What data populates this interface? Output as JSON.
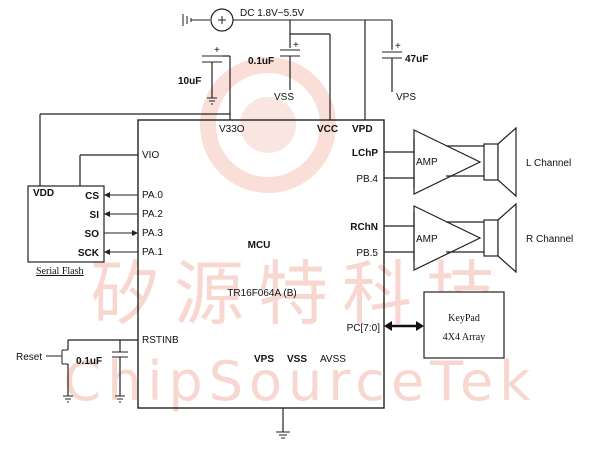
{
  "watermark": {
    "cn": "矽源特科技",
    "en": "ChipSourceTek",
    "color": "#f2b8a8"
  },
  "supply": {
    "dc_label": "DC 1.8V~5.5V",
    "cap_vcc": "0.1uF",
    "cap_vcc_net": "VSS",
    "cap_vpd": "47uF",
    "cap_vpd_net": "VPS",
    "cap_v33": "10uF"
  },
  "mcu": {
    "title": "MCU",
    "part": "TR16F064A (B)",
    "pins_top": [
      "V33O",
      "VCC",
      "VPD"
    ],
    "pins_left": [
      "VIO",
      "PA.0",
      "PA.2",
      "PA.3",
      "PA.1",
      "RSTINB"
    ],
    "pins_right": [
      "LChP",
      "PB.4",
      "RChN",
      "PB.5",
      "PC[7:0]"
    ],
    "pins_bottom": [
      "VPS",
      "VSS",
      "AVSS"
    ]
  },
  "flash": {
    "vdd": "VDD",
    "pins": [
      "CS",
      "SI",
      "SO",
      "SCK"
    ],
    "name": "Serial Flash"
  },
  "audio": {
    "amp": "AMP",
    "left_channel": "L Channel",
    "right_channel": "R Channel"
  },
  "keypad": {
    "line1": "KeyPad",
    "line2": "4X4 Array"
  },
  "reset": {
    "label": "Reset",
    "cap": "0.1uF"
  }
}
